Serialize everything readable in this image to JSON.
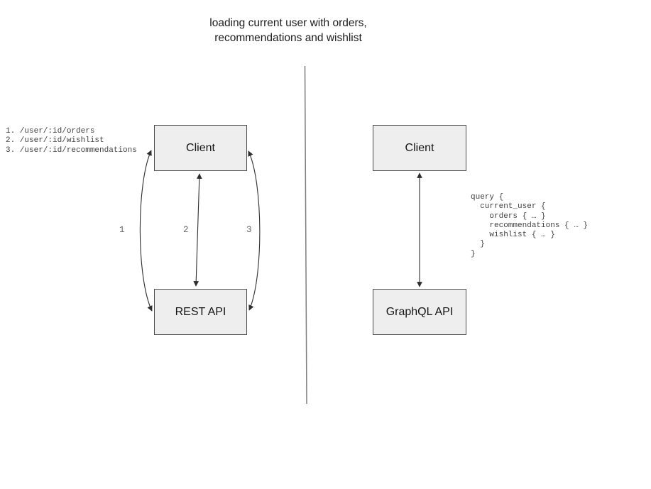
{
  "title": "loading current user with orders,\nrecommendations and wishlist",
  "left_panel": {
    "endpoints": "1. /user/:id/orders\n2. /user/:id/wishlist\n3. /user/:id/recommendations",
    "client_box_label": "Client",
    "api_box_label": "REST API",
    "arrow_labels": [
      "1",
      "2",
      "3"
    ]
  },
  "right_panel": {
    "client_box_label": "Client",
    "api_box_label": "GraphQL API",
    "query": "query {\n  current_user {\n    orders { … }\n    recommendations { … }\n    wishlist { … }\n  }\n}"
  },
  "colors": {
    "box_fill": "#eeeeee",
    "box_border": "#4d4d4d",
    "arrow": "#2e2e2e",
    "divider": "#7d7d7d",
    "title_text": "#1c1c1c",
    "mono_text": "#434343",
    "arrow_label_text": "#666666"
  }
}
